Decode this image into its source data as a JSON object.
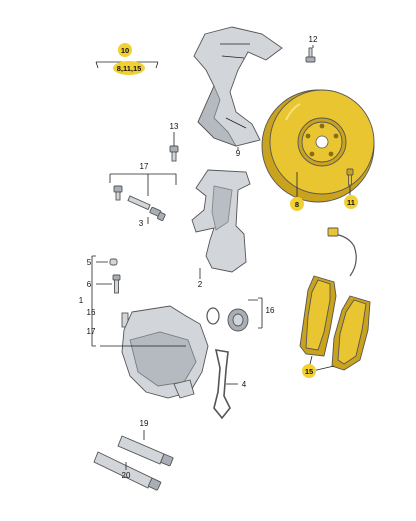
{
  "diagram": {
    "highlight_color": "#f2d033",
    "part_color": "#d2d6db",
    "disc_color": "#e9c531",
    "callouts": {
      "c10": "10",
      "c8_11_15": "8,11,15",
      "c12": "12",
      "c9": "9",
      "c13": "13",
      "c17_top": "17",
      "c3": "3",
      "c8": "8",
      "c11": "11",
      "c2": "2",
      "c5": "5",
      "c6": "6",
      "c1": "1",
      "c16_left": "16",
      "c17_left": "17",
      "c16_right": "16",
      "c15": "15",
      "c4": "4",
      "c19": "19",
      "c20": "20"
    }
  }
}
